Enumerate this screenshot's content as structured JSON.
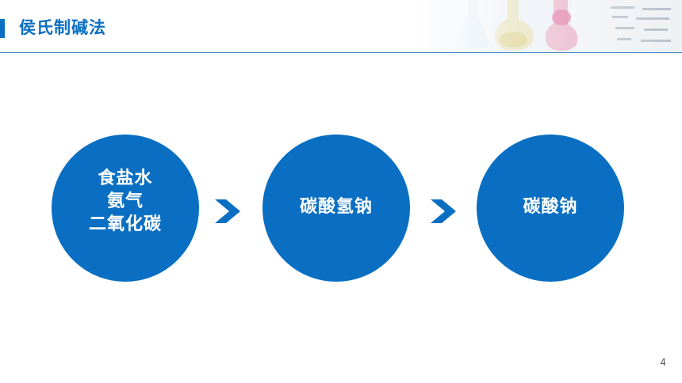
{
  "slide": {
    "title": "侯氏制碱法",
    "page_number": "4"
  },
  "flow": {
    "nodes": [
      {
        "label": "食盐水\n氨气\n二氧化碳"
      },
      {
        "label": "碳酸氢钠"
      },
      {
        "label": "碳酸钠"
      }
    ]
  },
  "colors": {
    "accent": "#0a6fc2",
    "node_text": "#ffffff",
    "background": "#ffffff"
  },
  "icons": {
    "arrow": "chevron-right-icon"
  }
}
